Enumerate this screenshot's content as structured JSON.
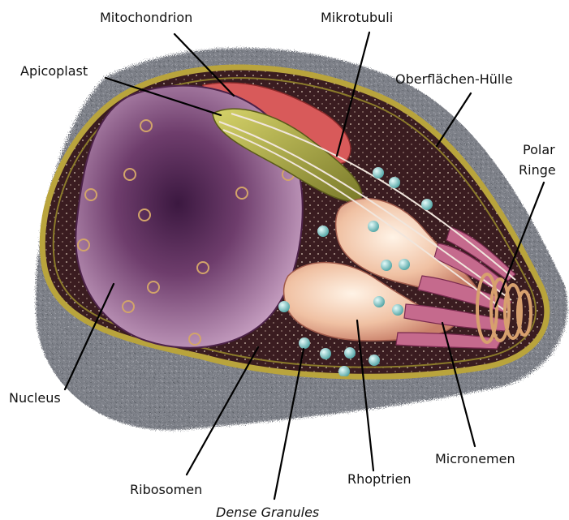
{
  "labels": {
    "mitochondrion": "Mitochondrion",
    "mikrotubuli": "Mikrotubuli",
    "apicoplast": "Apicoplast",
    "oberflaechen_huelle": "Oberflächen-Hülle",
    "polar_ringe_line1": "Polar",
    "polar_ringe_line2": "Ringe",
    "nucleus": "Nucleus",
    "ribosomen": "Ribosomen",
    "dense_granules": "Dense Granules",
    "rhoptrien": "Rhoptrien",
    "micronemen": "Micronemen"
  },
  "colors": {
    "surface_coat": "#7d8088",
    "membrane": "#b9a43c",
    "cytoplasm": "#3a1c20",
    "nucleus": "#6e3d6c",
    "nucleus_dark": "#3b1840",
    "nucleus_light": "#c7a0c2",
    "rhoptry": "#f0c1a3",
    "micronemes": "#c56a8d",
    "mitochondrion": "#d85a5a",
    "apicoplast": "#a8a840",
    "dense_granules": "#7ec7c4",
    "polar_rings": "#d7a06e"
  }
}
